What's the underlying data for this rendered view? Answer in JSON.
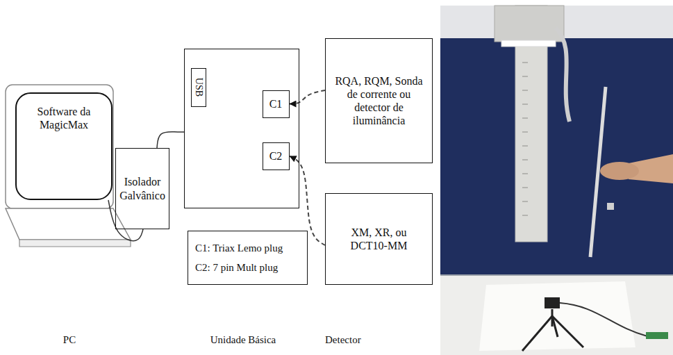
{
  "diagram": {
    "nodes": [
      {
        "text": [
          "Software da MagicMax"
        ]
      },
      {
        "text": [
          "Isolador Galvânico"
        ]
      },
      {
        "text": []
      },
      {
        "text": [
          "USB"
        ],
        "in": 2
      },
      {
        "text": [
          "C1"
        ],
        "in": 2
      },
      {
        "text": [
          "C2"
        ],
        "in": 2
      },
      {
        "text": [
          "C1: Triax Lemo plug",
          "C2: 7 pin Mult plug"
        ]
      },
      {
        "text": [
          "RQA, RQM, Sonda de corrente ou detector de iluminância"
        ]
      },
      {
        "text": [
          "XM, XR, ou DCT10-MM"
        ]
      }
    ],
    "edges": [
      {
        "from": 0,
        "to": 1,
        "arrow": "none"
      },
      {
        "from": 1,
        "to": 2,
        "arrow": "none"
      },
      {
        "from": 7,
        "to": 4,
        "arrow": "to"
      },
      {
        "from": 8,
        "to": 5,
        "arrow": "to"
      }
    ],
    "labels": [
      "PC",
      "Unidade Básica",
      "Detector"
    ]
  }
}
